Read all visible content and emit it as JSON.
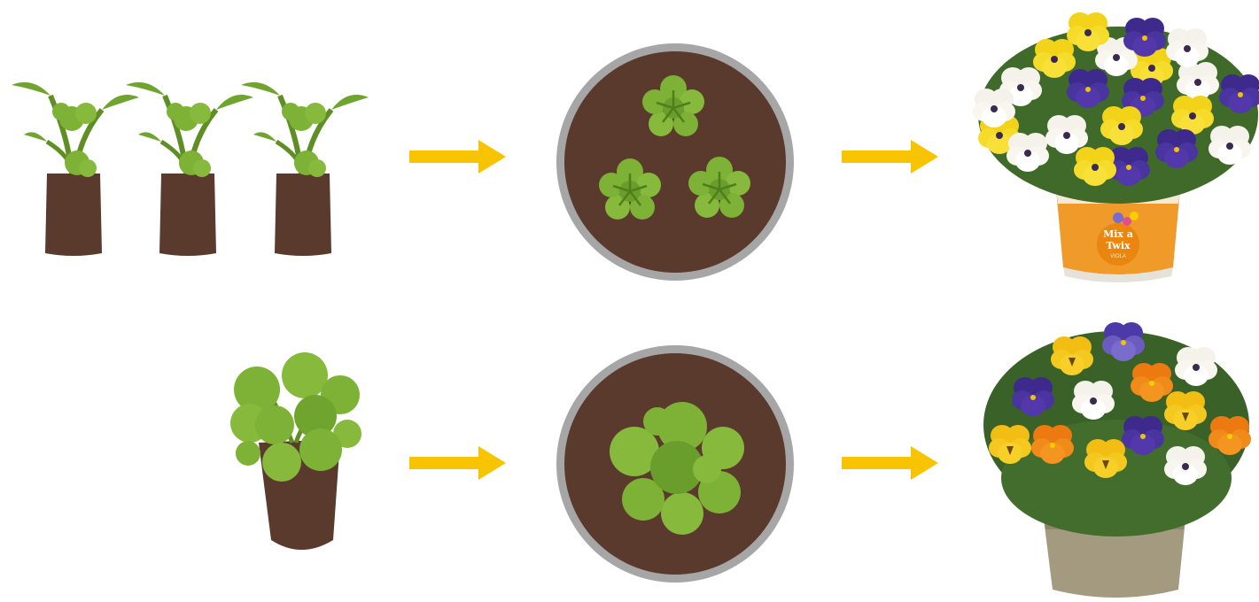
{
  "colors": {
    "soil": "#5a3a2c",
    "leaf_light": "#8cbb3a",
    "leaf_mid": "#6fa52e",
    "stem": "#5f8f24",
    "arrow": "#f8c300",
    "ring": "#a6a6a6",
    "tub_orange": "#f09a2a",
    "pot_taupe": "#a39a80"
  },
  "rows": [
    {
      "start_icon": "three-plug-seedlings",
      "middle_icon": "pot-top-view-three-plugs",
      "result_icon": "mixed-pansy-tub-photo"
    },
    {
      "start_icon": "single-large-plug",
      "middle_icon": "pot-top-view-single-plug",
      "result_icon": "single-variety-pansy-pot-photo"
    }
  ],
  "tub_label": {
    "line1": "Mix a",
    "line2": "Twix",
    "line3": "VIOLA"
  }
}
